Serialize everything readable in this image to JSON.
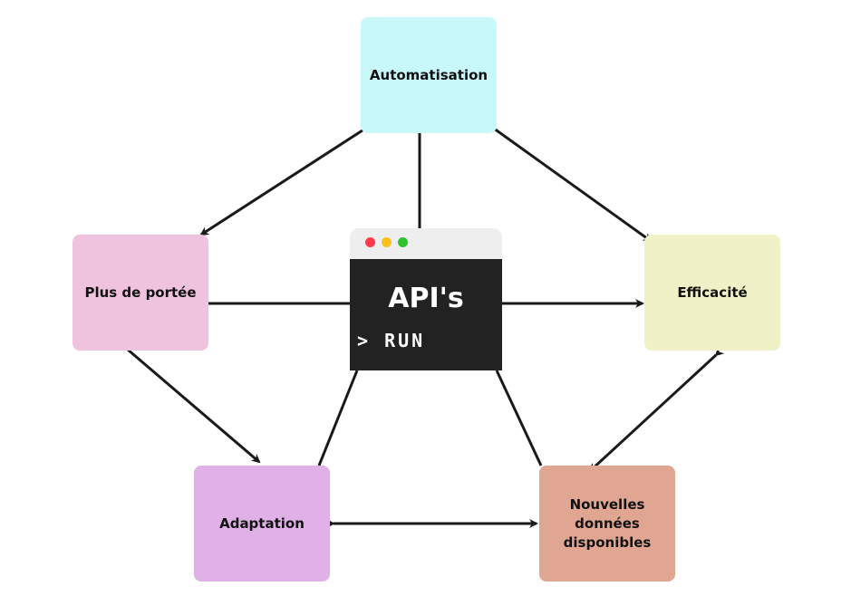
{
  "nodes": {
    "automatisation": "Automatisation",
    "efficacite": "Efficacité",
    "nouvelles_line1": "Nouvelles données",
    "nouvelles_line2": "disponibles",
    "adaptation": "Adaptation",
    "portee": "Plus de portée"
  },
  "center": {
    "title": "API's",
    "command": "> RUN"
  },
  "colors": {
    "automatisation": "#c8f8fa",
    "efficacite": "#f1f1c8",
    "nouvelles": "#e1a692",
    "adaptation": "#dfb1e6",
    "portee": "#efc3dd",
    "terminal": "#222222",
    "arrow": "#1a1a1a"
  }
}
